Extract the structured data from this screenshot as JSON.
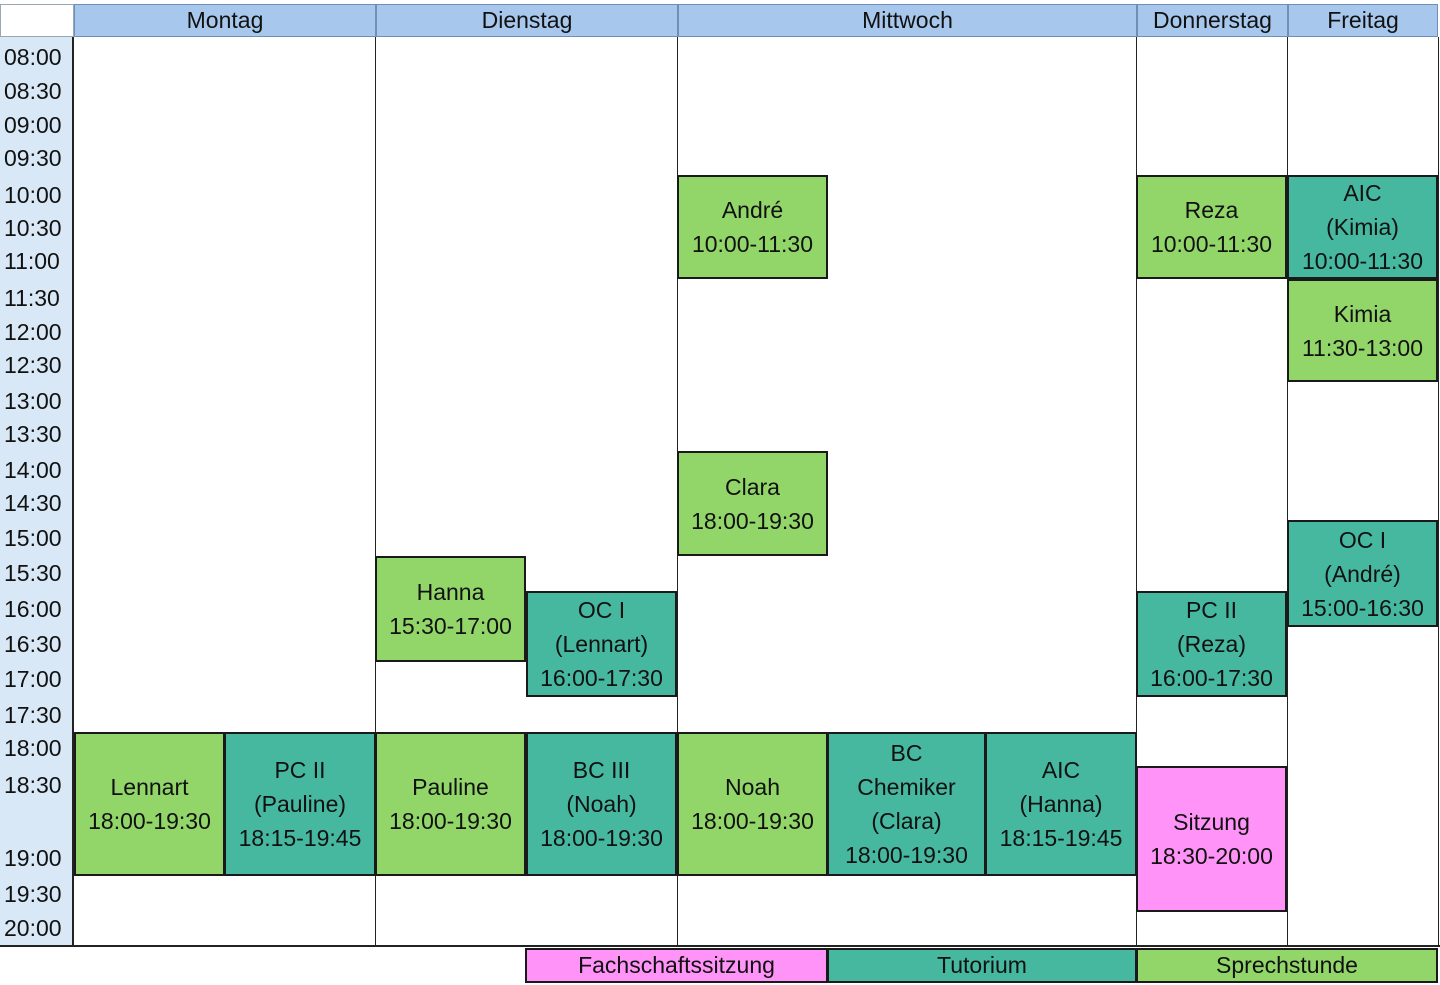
{
  "days": [
    "Montag",
    "Dienstag",
    "Mittwoch",
    "Donnerstag",
    "Freitag"
  ],
  "times": [
    "08:00",
    "08:30",
    "09:00",
    "09:30",
    "10:00",
    "10:30",
    "11:00",
    "11:30",
    "12:00",
    "12:30",
    "13:00",
    "13:30",
    "14:00",
    "14:30",
    "15:00",
    "15:30",
    "16:00",
    "16:30",
    "17:00",
    "17:30",
    "18:00",
    "18:30",
    "19:00",
    "19:30",
    "20:00"
  ],
  "colors": {
    "header": "#a7c8ec",
    "time_column": "#d9e8f6",
    "sprechstunde": "#92d66a",
    "tutorium": "#46b8a0",
    "fachschaftssitzung": "#ff93f7"
  },
  "events": [
    {
      "day": "Mittwoch",
      "type": "sprechstunde",
      "lines": [
        "André",
        "10:00-11:30"
      ]
    },
    {
      "day": "Mittwoch",
      "type": "sprechstunde",
      "lines": [
        "Clara",
        "18:00-19:30"
      ]
    },
    {
      "day": "Donnerstag",
      "type": "sprechstunde",
      "lines": [
        "Reza",
        "10:00-11:30"
      ]
    },
    {
      "day": "Freitag",
      "type": "tutorium",
      "lines": [
        "AIC",
        "(Kimia)",
        "10:00-11:30"
      ]
    },
    {
      "day": "Freitag",
      "type": "sprechstunde",
      "lines": [
        "Kimia",
        "11:30-13:00"
      ]
    },
    {
      "day": "Freitag",
      "type": "tutorium",
      "lines": [
        "OC I",
        "(André)",
        "15:00-16:30"
      ]
    },
    {
      "day": "Dienstag",
      "type": "sprechstunde",
      "lines": [
        "Hanna",
        "15:30-17:00"
      ]
    },
    {
      "day": "Dienstag",
      "type": "tutorium",
      "lines": [
        "OC I",
        "(Lennart)",
        "16:00-17:30"
      ]
    },
    {
      "day": "Donnerstag",
      "type": "tutorium",
      "lines": [
        "PC II",
        "(Reza)",
        "16:00-17:30"
      ]
    },
    {
      "day": "Montag",
      "type": "sprechstunde",
      "lines": [
        "Lennart",
        "18:00-19:30"
      ]
    },
    {
      "day": "Montag",
      "type": "tutorium",
      "lines": [
        "PC II",
        "(Pauline)",
        "18:15-19:45"
      ]
    },
    {
      "day": "Dienstag",
      "type": "sprechstunde",
      "lines": [
        "Pauline",
        "18:00-19:30"
      ]
    },
    {
      "day": "Dienstag",
      "type": "tutorium",
      "lines": [
        "BC III",
        "(Noah)",
        "18:00-19:30"
      ]
    },
    {
      "day": "Mittwoch",
      "type": "sprechstunde",
      "lines": [
        "Noah",
        "18:00-19:30"
      ]
    },
    {
      "day": "Mittwoch",
      "type": "tutorium",
      "lines": [
        "BC",
        "Chemiker",
        "(Clara)",
        "18:00-19:30"
      ]
    },
    {
      "day": "Mittwoch",
      "type": "tutorium",
      "lines": [
        "AIC",
        "(Hanna)",
        "18:15-19:45"
      ]
    },
    {
      "day": "Donnerstag",
      "type": "fachschaftssitzung",
      "lines": [
        "Sitzung",
        "18:30-20:00"
      ]
    }
  ],
  "legend": [
    {
      "type": "fachschaftssitzung",
      "label": "Fachschaftssitzung"
    },
    {
      "type": "tutorium",
      "label": "Tutorium"
    },
    {
      "type": "sprechstunde",
      "label": "Sprechstunde"
    }
  ]
}
